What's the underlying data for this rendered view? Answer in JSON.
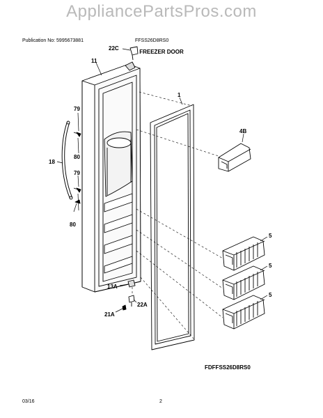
{
  "watermark": "AppliancePartsPros.com",
  "header": {
    "publication": "Publication No: 5995673881",
    "model": "FFSS26D8RS0"
  },
  "title": "FREEZER DOOR",
  "diagram_code": "FDFFSS26D8RS0",
  "footer": {
    "date": "03/16",
    "page": "2"
  },
  "callouts": {
    "c22C": "22C",
    "c11": "11",
    "c1": "1",
    "c4B": "4B",
    "c79a": "79",
    "c80a": "80",
    "c18": "18",
    "c79b": "79",
    "c80b": "80",
    "c5a": "5",
    "c5b": "5",
    "c5c": "5",
    "c13A": "13A",
    "c22A": "22A",
    "c21A": "21A"
  }
}
